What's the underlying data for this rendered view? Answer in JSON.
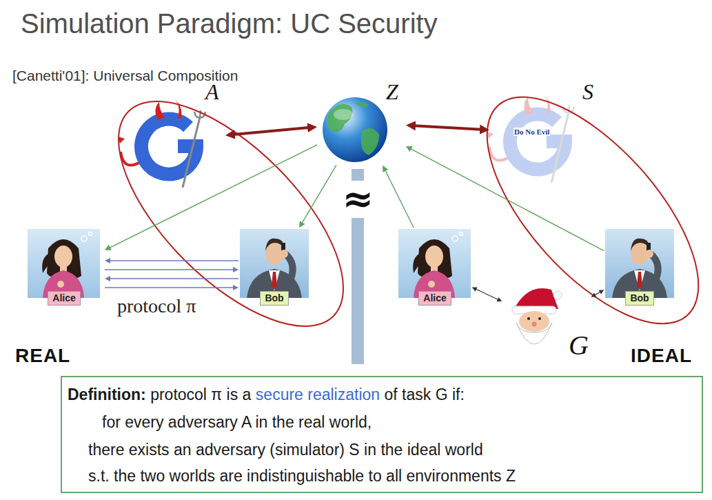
{
  "diagram": {
    "title": "Simulation Paradigm: UC Security",
    "nodes": [
      {
        "text": [
          "A"
        ]
      },
      {
        "text": [
          "Z"
        ]
      },
      {
        "text": [
          "Do No Evil",
          "S"
        ]
      },
      {
        "text": [
          "Alice"
        ]
      },
      {
        "text": [
          "Bob"
        ]
      },
      {
        "text": [
          "Alice"
        ]
      },
      {
        "text": [
          "Bob"
        ]
      },
      {
        "text": [
          "G"
        ]
      },
      {
        "text": [
          "Definition:",
          "protocol π is a",
          "secure realization",
          "of task G if:",
          "for every adversary A in the real world,",
          "there exists an adversary (simulator) S in the ideal world",
          "s.t. the two worlds are indistinguishable to all environments Z"
        ]
      }
    ],
    "edges": [
      {
        "from": 1,
        "to": 0,
        "arrow": "both"
      },
      {
        "from": 1,
        "to": 2,
        "arrow": "both"
      },
      {
        "from": 1,
        "to": 3,
        "arrow": "to"
      },
      {
        "from": 1,
        "to": 4,
        "arrow": "to"
      },
      {
        "from": 5,
        "to": 1,
        "arrow": "to"
      },
      {
        "from": 6,
        "to": 1,
        "arrow": "to"
      },
      {
        "from": 4,
        "to": 3,
        "arrow": "to"
      },
      {
        "from": 3,
        "to": 4,
        "arrow": "to"
      },
      {
        "from": 4,
        "to": 3,
        "arrow": "to"
      },
      {
        "from": 3,
        "to": 4,
        "arrow": "to"
      },
      {
        "from": 7,
        "to": 5,
        "arrow": "both"
      },
      {
        "from": 7,
        "to": 6,
        "arrow": "both"
      }
    ],
    "labels": [
      "[Canetti'01]: Universal Composition",
      "≈",
      "protocol π",
      "REAL",
      "IDEAL"
    ]
  }
}
